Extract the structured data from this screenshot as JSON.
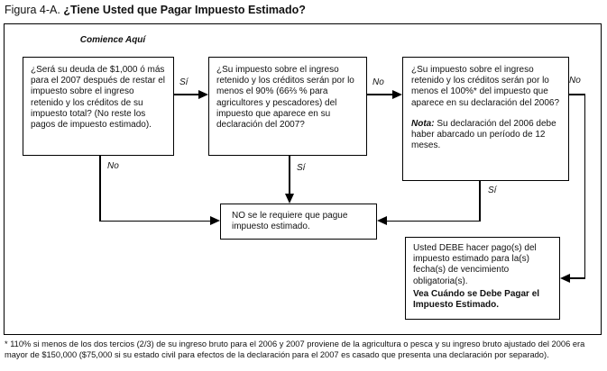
{
  "title": {
    "prefix": "Figura 4-A.",
    "main": "¿Tiene Usted que Pagar Impuesto Estimado?"
  },
  "flowchart": {
    "start_label": "Comience Aquí",
    "q1": {
      "text": "¿Será su deuda de $1,000 ó más para el 2007 después de restar el impuesto sobre el ingreso retenido y los créditos de su impuesto total? (No reste los pagos de impuesto estimado).",
      "yes_label": "Sí",
      "no_label": "No"
    },
    "q2": {
      "text": "¿Su impuesto sobre el ingreso retenido y los créditos serán por lo menos el 90% (66⅔ % para agricultores y pescadores) del impuesto que aparece en su declaración del 2007?",
      "yes_label": "Sí",
      "no_label": "No"
    },
    "q3": {
      "text": "¿Su impuesto sobre el ingreso retenido y los créditos serán por lo menos el 100%* del impuesto que aparece en su declaración del 2006?",
      "note_label": "Nota:",
      "note_text": "Su declaración del 2006 debe haber abarcado un período de 12 meses.",
      "yes_label": "Sí",
      "no_label": "No"
    },
    "result_not_required": {
      "text": "NO se le requiere que pague impuesto estimado."
    },
    "result_must_pay": {
      "text": "Usted DEBE hacer pago(s) del impuesto estimado para la(s) fecha(s) de vencimiento obligatoria(s).",
      "reference": "Vea Cuándo se Debe Pagar el Impuesto Estimado."
    }
  },
  "footnote": "* 110% si menos de los dos tercios (2/3) de su ingreso bruto para el 2006 y 2007 proviene de la agricultura o pesca y su ingreso bruto ajustado del 2006 era mayor de $150,000 ($75,000 si su estado civil para efectos de la declaración para el 2007 es casado que presenta una declaración por separado)."
}
